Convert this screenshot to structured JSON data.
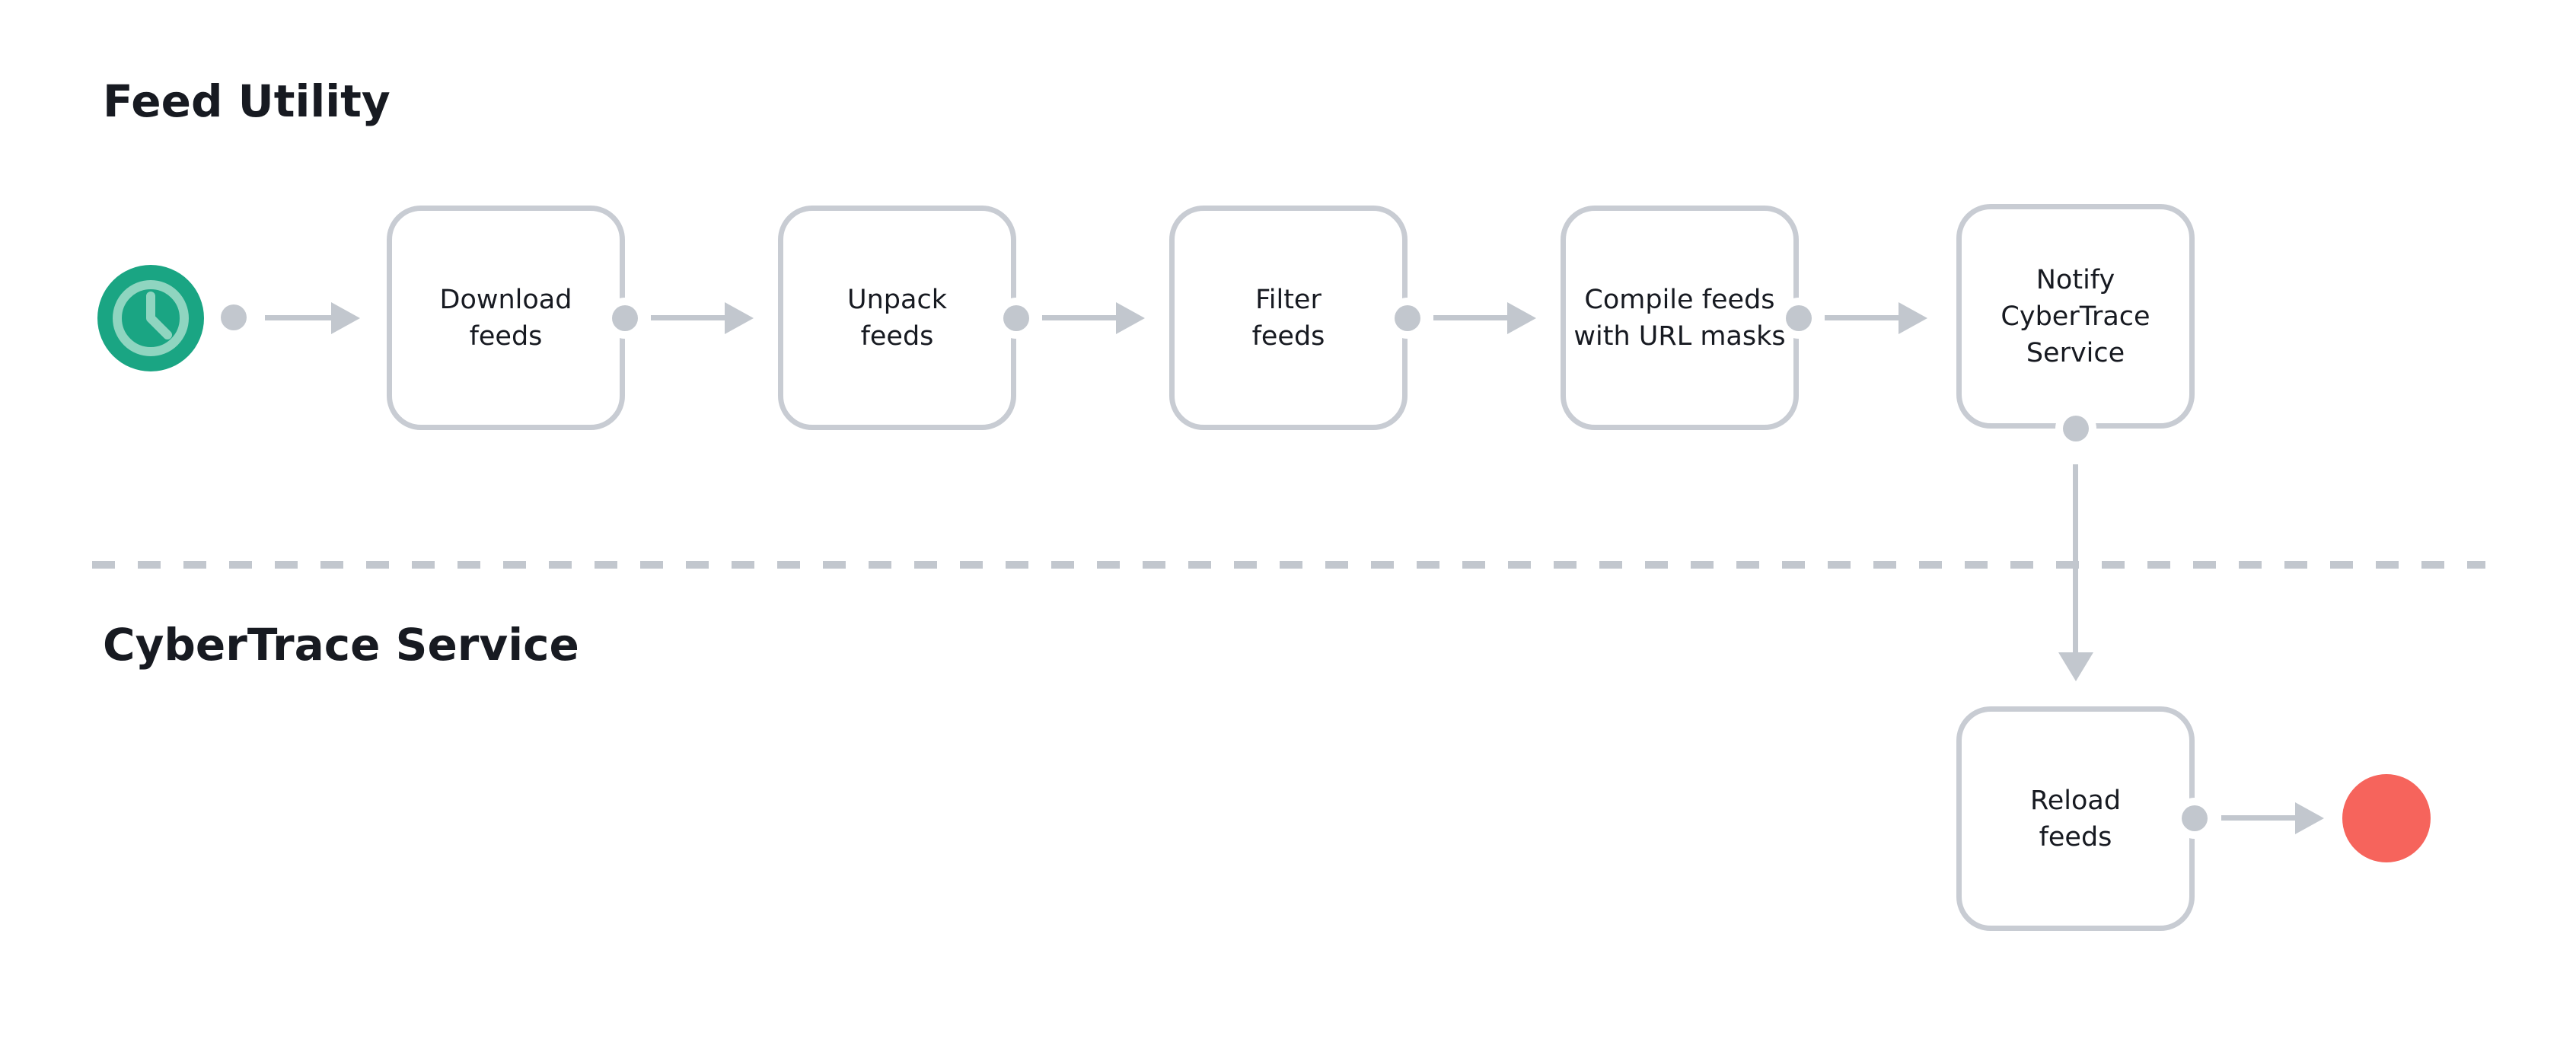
{
  "lanes": {
    "feed_utility": {
      "title": "Feed Utility"
    },
    "cybertrace": {
      "title": "CyberTrace Service"
    }
  },
  "nodes": {
    "start": {
      "type": "start-event",
      "icon": "clock-icon"
    },
    "download": {
      "lines": [
        "Download",
        "feeds"
      ]
    },
    "unpack": {
      "lines": [
        "Unpack",
        "feeds"
      ]
    },
    "filter": {
      "lines": [
        "Filter",
        "feeds"
      ]
    },
    "compile": {
      "lines": [
        "Compile feeds",
        "with URL masks"
      ]
    },
    "notify": {
      "lines": [
        "Notify",
        "CyberTrace",
        "Service"
      ]
    },
    "reload": {
      "lines": [
        "Reload",
        "feeds"
      ]
    },
    "end": {
      "type": "end-event",
      "icon": "stop-circle-icon"
    }
  },
  "colors": {
    "start_green": "#1aa583",
    "start_green_light": "#8fd5c0",
    "end_red": "#f6645c",
    "connector_gray": "#c2c7ce",
    "box_border_gray": "#c8ccd3",
    "text_dark": "#171a21"
  }
}
